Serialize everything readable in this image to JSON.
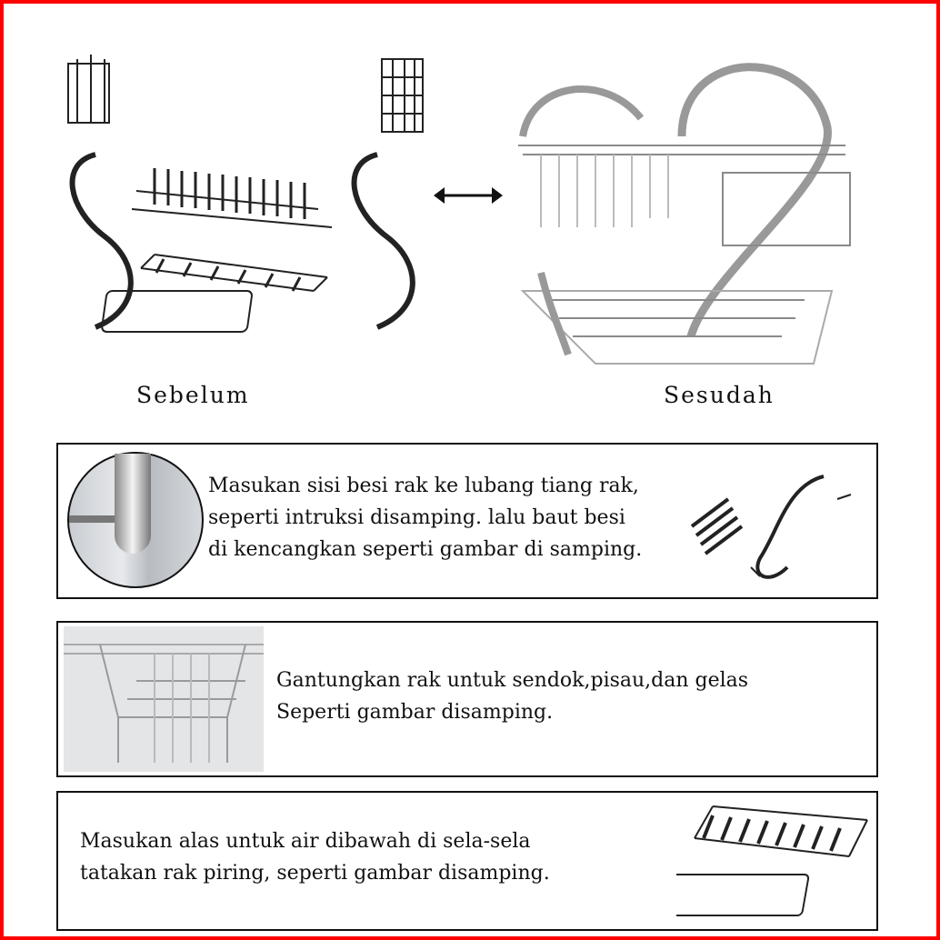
{
  "comparison": {
    "before_label": "Sebelum",
    "after_label": "Sesudah",
    "arrow_icon": "double-arrow-icon"
  },
  "steps": [
    {
      "lines": [
        "Masukan sisi besi rak ke lubang tiang rak,",
        "seperti intruksi disamping. lalu baut besi",
        "di kencangkan seperti gambar di samping."
      ]
    },
    {
      "lines": [
        "Gantungkan rak untuk sendok,pisau,dan gelas",
        "Seperti gambar disamping."
      ]
    },
    {
      "lines": [
        "Masukan alas untuk air dibawah di sela-sela",
        "tatakan rak piring, seperti gambar disamping."
      ]
    }
  ],
  "colors": {
    "border": "#ff0000",
    "text": "#111111"
  }
}
